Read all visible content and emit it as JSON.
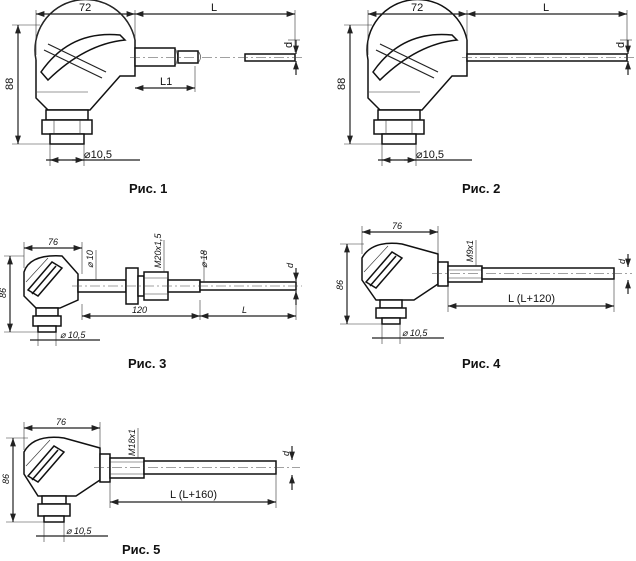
{
  "figures": {
    "fig1": {
      "caption": "Рис. 1",
      "dim_width": "72",
      "dim_length": "L",
      "dim_height": "88",
      "dim_l1": "L1",
      "dim_diam": "⌀10,5",
      "dim_d": "d"
    },
    "fig2": {
      "caption": "Рис. 2",
      "dim_width": "72",
      "dim_length": "L",
      "dim_height": "88",
      "dim_diam": "⌀10,5",
      "dim_d": "d"
    },
    "fig3": {
      "caption": "Рис. 3",
      "dim_width": "76",
      "dim_height": "86",
      "dim_d10": "⌀ 10",
      "dim_thread": "M20x1,5",
      "dim_d18": "⌀ 18",
      "dim_d": "d",
      "dim_120": "120",
      "dim_length": "L",
      "dim_diam": "⌀ 10,5"
    },
    "fig4": {
      "caption": "Рис. 4",
      "dim_width": "76",
      "dim_height": "86",
      "dim_thread": "M9x1",
      "dim_d": "d",
      "dim_length": "L (L+120)",
      "dim_diam": "⌀ 10,5"
    },
    "fig5": {
      "caption": "Рис. 5",
      "dim_width": "76",
      "dim_height": "86",
      "dim_thread": "M18x1",
      "dim_d": "d",
      "dim_length": "L (L+160)",
      "dim_diam": "⌀ 10,5"
    }
  }
}
